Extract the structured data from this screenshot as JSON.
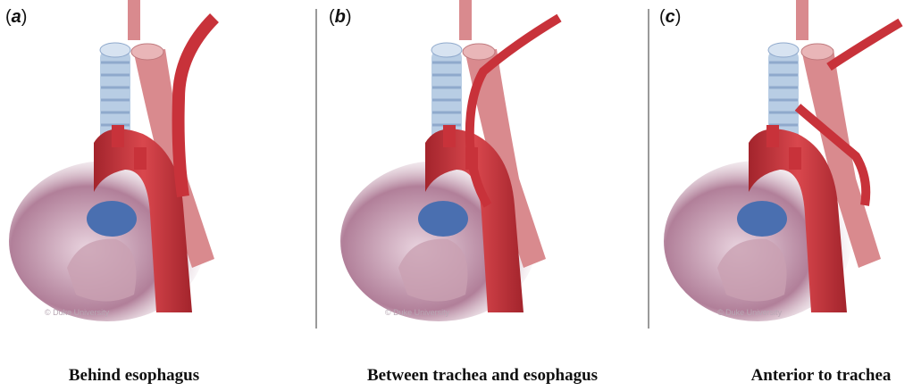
{
  "panels": [
    {
      "label_letter": "a",
      "caption": "Behind esophagus",
      "watermark": "© Duke University"
    },
    {
      "label_letter": "b",
      "caption": "Between trachea and esophagus",
      "watermark": "© Duke University"
    },
    {
      "label_letter": "c",
      "caption": "Anterior to trachea",
      "watermark": "© Duke University"
    }
  ],
  "colors": {
    "artery": "#c8323a",
    "artery_dark": "#a3242c",
    "trachea": "#b8cde4",
    "esophagus": "#d98a8e",
    "vein_blue": "#4a6fb0",
    "heart": "#b98a9e"
  }
}
